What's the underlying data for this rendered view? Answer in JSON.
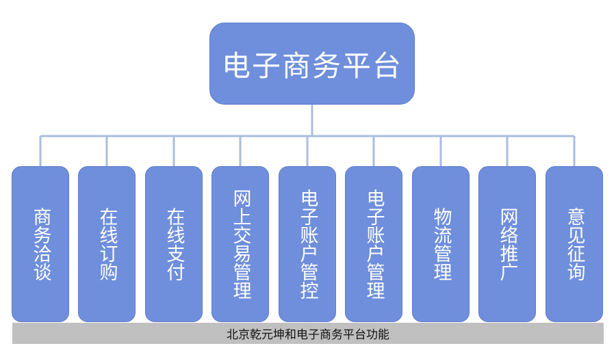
{
  "root": {
    "label": "电子商务平台"
  },
  "children": [
    {
      "label": "商务洽谈"
    },
    {
      "label": "在线订购"
    },
    {
      "label": "在线支付"
    },
    {
      "label": "网上交易管理"
    },
    {
      "label": "电子账户管控"
    },
    {
      "label": "电子账户管理"
    },
    {
      "label": "物流管理"
    },
    {
      "label": "网络推广"
    },
    {
      "label": "意见征询"
    }
  ],
  "caption": "北京乾元坤和电子商务平台功能",
  "colors": {
    "box_fill": "#6f8fdc",
    "box_border": "#5a7acb",
    "connector": "#a9bde0",
    "caption_bar": "#c0c0c0"
  }
}
